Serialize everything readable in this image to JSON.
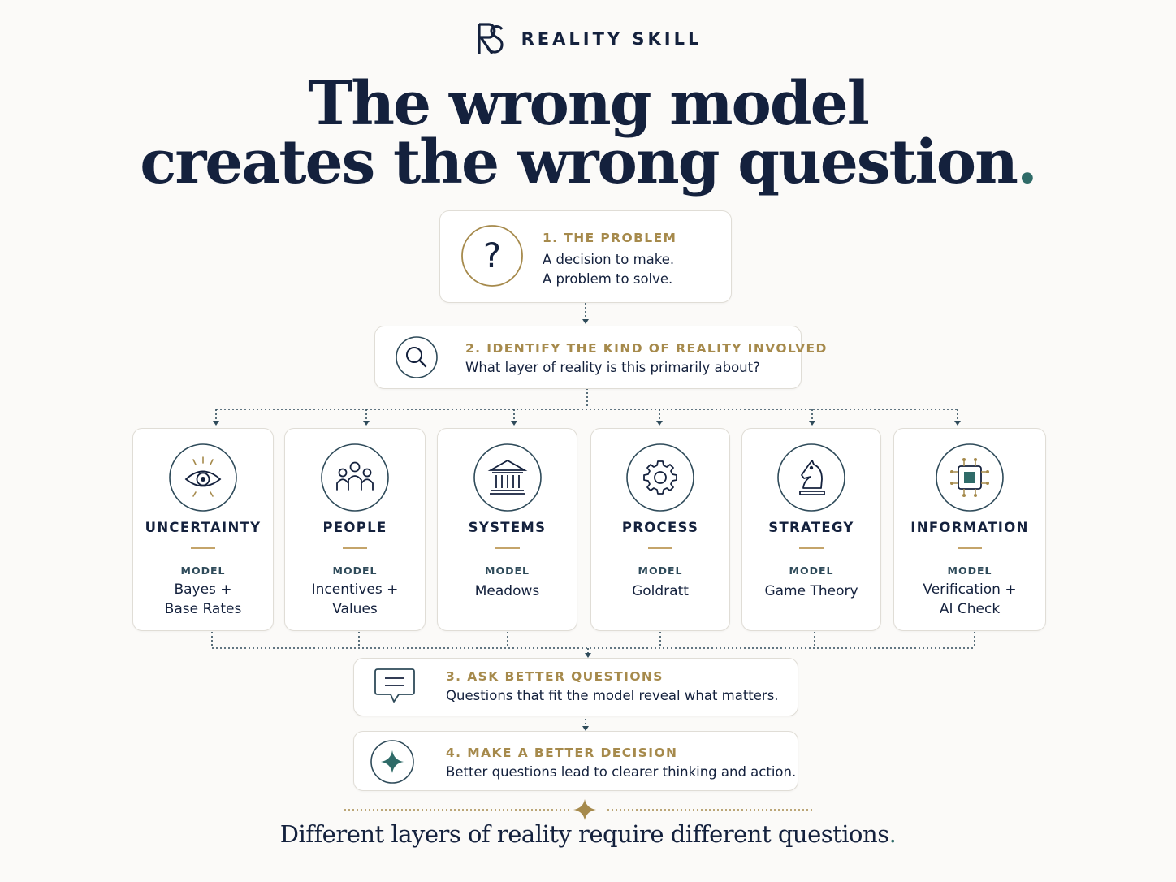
{
  "brand": {
    "name": "REALITY SKILL",
    "logo": "rs-monogram"
  },
  "title": {
    "line1": "The wrong model",
    "line2": "creates the wrong question",
    "end_mark": "."
  },
  "steps": [
    {
      "number": "1.",
      "label": "THE PROBLEM",
      "lines": [
        "A decision to make.",
        "A problem to solve."
      ],
      "icon": "question-icon"
    },
    {
      "number": "2.",
      "label": "IDENTIFY THE KIND OF REALITY INVOLVED",
      "lines": [
        "What layer of reality is this primarily about?"
      ],
      "icon": "search-icon"
    },
    {
      "number": "3.",
      "label": "ASK BETTER QUESTIONS",
      "lines": [
        "Questions that fit the model reveal what matters."
      ],
      "icon": "chat-icon"
    },
    {
      "number": "4.",
      "label": "MAKE A BETTER DECISION",
      "lines": [
        "Better questions lead to clearer thinking and action."
      ],
      "icon": "sparkle-icon"
    }
  ],
  "layers": [
    {
      "name": "UNCERTAINTY",
      "model_label": "MODEL",
      "model_lines": [
        "Bayes +",
        "Base Rates"
      ],
      "icon": "eye-icon"
    },
    {
      "name": "PEOPLE",
      "model_label": "MODEL",
      "model_lines": [
        "Incentives +",
        "Values"
      ],
      "icon": "people-icon"
    },
    {
      "name": "SYSTEMS",
      "model_label": "MODEL",
      "model_lines": [
        "Meadows"
      ],
      "icon": "institution-icon"
    },
    {
      "name": "PROCESS",
      "model_label": "MODEL",
      "model_lines": [
        "Goldratt"
      ],
      "icon": "gear-icon"
    },
    {
      "name": "STRATEGY",
      "model_label": "MODEL",
      "model_lines": [
        "Game Theory"
      ],
      "icon": "chess-knight-icon"
    },
    {
      "name": "INFORMATION",
      "model_label": "MODEL",
      "model_lines": [
        "Verification +",
        "AI Check"
      ],
      "icon": "chip-icon"
    }
  ],
  "footer": {
    "text": "Different layers of reality require different questions",
    "end_mark": "."
  },
  "colors": {
    "navy": "#14213d",
    "gold": "#a68a4c",
    "teal": "#2f6b68",
    "background": "#fbfaf8"
  }
}
